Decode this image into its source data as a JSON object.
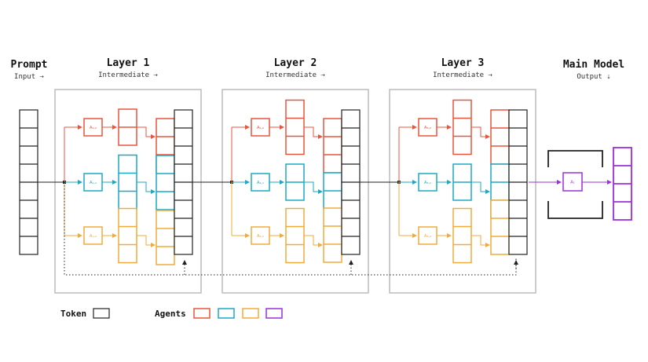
{
  "prompt": {
    "title": "Prompt",
    "subtitle": "Input ⇢"
  },
  "layers": [
    {
      "title": "Layer 1",
      "subtitle": "Intermediate ⇢",
      "agents": [
        {
          "label": "A₁,₀",
          "color": "red"
        },
        {
          "label": "A₁,₁",
          "color": "blue"
        },
        {
          "label": "A₁,₂",
          "color": "orange"
        }
      ]
    },
    {
      "title": "Layer 2",
      "subtitle": "Intermediate ⇢",
      "agents": [
        {
          "label": "A₂,₀",
          "color": "red"
        },
        {
          "label": "A₂,₁",
          "color": "blue"
        },
        {
          "label": "A₂,₂",
          "color": "orange"
        }
      ]
    },
    {
      "title": "Layer 3",
      "subtitle": "Intermediate ⇢",
      "agents": [
        {
          "label": "A₃,₀",
          "color": "red"
        },
        {
          "label": "A₃,₁",
          "color": "blue"
        },
        {
          "label": "A₃,₂",
          "color": "orange"
        }
      ]
    }
  ],
  "main_model": {
    "title": "Main Model",
    "subtitle": "Output ⇣",
    "agent_label": "A₁"
  },
  "legend": {
    "token_label": "Token",
    "agents_label": "Agents"
  },
  "colors": {
    "red": "#e8553d",
    "blue": "#1ba8c4",
    "orange": "#f0ab3a",
    "purple": "#9b30d9",
    "black": "#222222",
    "frame": "#bbbbbb"
  }
}
